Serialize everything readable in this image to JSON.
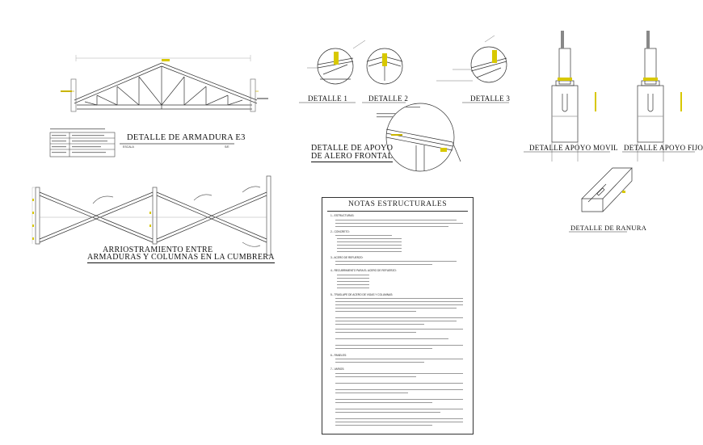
{
  "titles": {
    "armadura": "DETALLE DE ARMADURA E3",
    "arriostramiento_1": "ARRIOSTRAMIENTO ENTRE",
    "arriostramiento_2": "ARMADURAS Y COLUMNAS EN LA CUMBRERA",
    "detalle_1": "DETALLE 1",
    "detalle_2": "DETALLE 2",
    "detalle_3": "DETALLE 3",
    "alero_1": "DETALLE DE APOYO",
    "alero_2": "DE ALERO FRONTAL",
    "apoyo_movil": "DETALLE APOYO MOVIL",
    "apoyo_fijo": "DETALLE APOYO FIJO",
    "ranura": "DETALLE DE RANURA",
    "notas": "NOTAS ESTRUCTURALES"
  },
  "escala": {
    "label": "ESCALA",
    "value": "S/E"
  },
  "notes_sections": [
    "1.- ESTRUCTURAS:",
    "2.- CONCRETO:",
    "3.- ACERO DE REFUERZO:",
    "4.- RECUBRIMIENTO PARA EL ACERO DE REFUERZO:",
    "5.- TRASLAPE DE ACERO DE VIGAS Y COLUMNAS:",
    "6.- PANELES:",
    "7.- VARIOS:"
  ]
}
